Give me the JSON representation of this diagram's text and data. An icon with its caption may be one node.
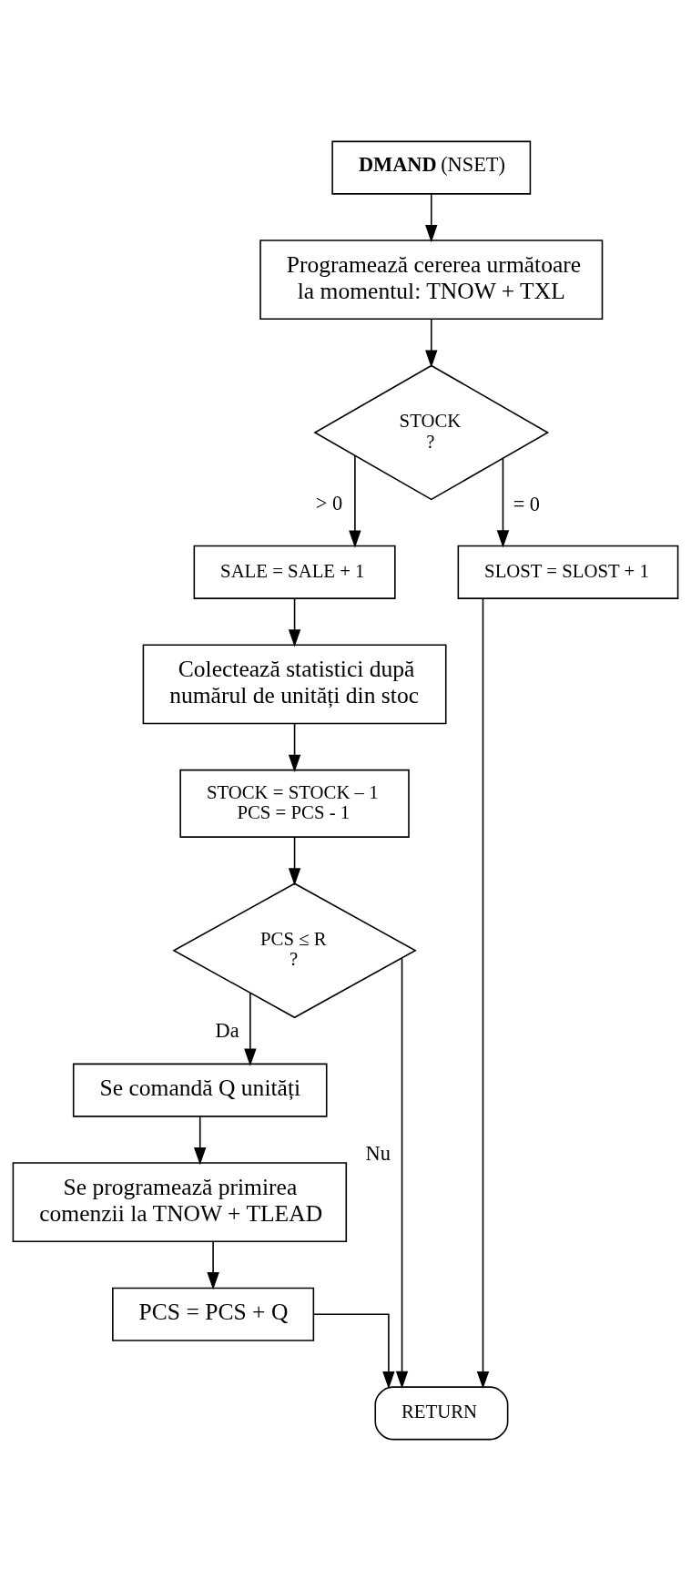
{
  "diagram": {
    "nodes": [
      {
        "text": [
          "**DMAND** (NSET)"
        ]
      },
      {
        "text": [
          "Programează cererea următoare la momentul: TNOW + TXL"
        ]
      },
      {
        "text": [
          "STOCK ?"
        ]
      },
      {
        "text": [
          "SALE = SALE + 1"
        ]
      },
      {
        "text": [
          "SLOST = SLOST + 1"
        ]
      },
      {
        "text": [
          "Colectează statistici după numărul de unități din stoc"
        ]
      },
      {
        "text": [
          "STOCK = STOCK – 1",
          "PCS = PCS - 1"
        ]
      },
      {
        "text": [
          "PCS ≤ R ?"
        ]
      },
      {
        "text": [
          "Se comandă Q unități"
        ]
      },
      {
        "text": [
          "Se programează primirea comenzii la TNOW + TLEAD"
        ]
      },
      {
        "text": [
          "PCS = PCS + Q"
        ]
      },
      {
        "text": [
          "RETURN"
        ]
      }
    ],
    "edges": [
      {
        "from": 0,
        "to": 1,
        "arrow": "to"
      },
      {
        "from": 1,
        "to": 2,
        "arrow": "to"
      },
      {
        "from": 2,
        "to": 3,
        "arrow": "to",
        "label": "> 0"
      },
      {
        "from": 2,
        "to": 4,
        "arrow": "to",
        "label": "= 0"
      },
      {
        "from": 3,
        "to": 5,
        "arrow": "to"
      },
      {
        "from": 5,
        "to": 6,
        "arrow": "to"
      },
      {
        "from": 6,
        "to": 7,
        "arrow": "to"
      },
      {
        "from": 7,
        "to": 8,
        "arrow": "to",
        "label": "Da"
      },
      {
        "from": 7,
        "to": 11,
        "arrow": "to",
        "label": "Nu"
      },
      {
        "from": 8,
        "to": 9,
        "arrow": "to"
      },
      {
        "from": 9,
        "to": 10,
        "arrow": "to"
      },
      {
        "from": 4,
        "to": 11,
        "arrow": "to"
      },
      {
        "from": 10,
        "to": 11,
        "arrow": "to"
      }
    ]
  }
}
